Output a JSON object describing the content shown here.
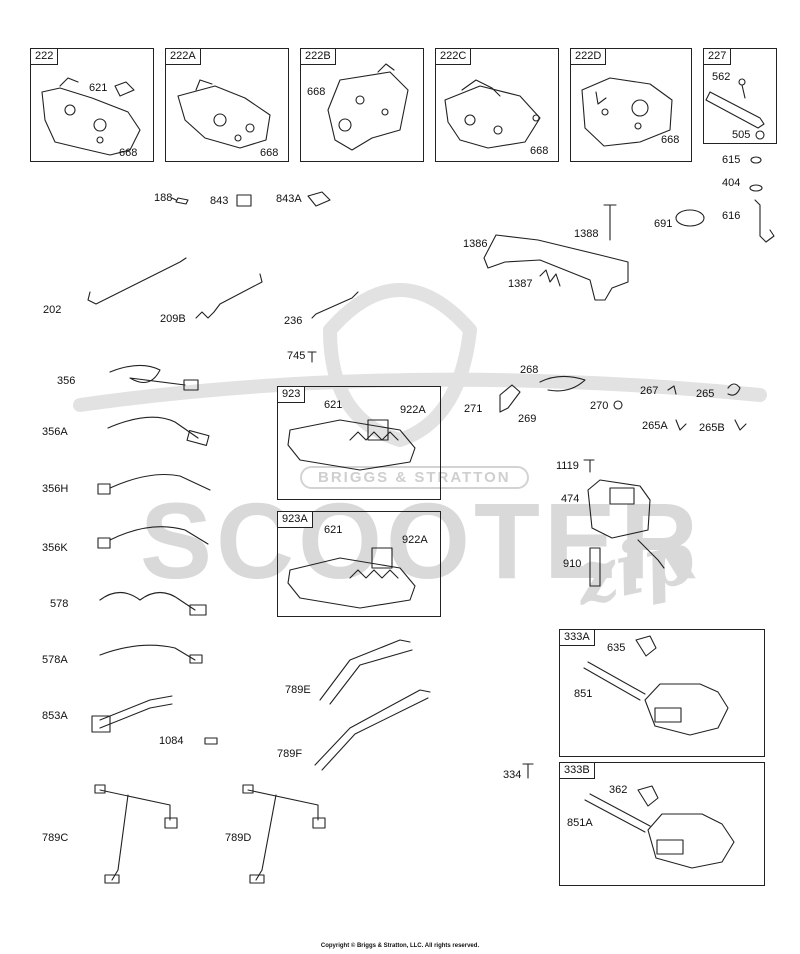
{
  "watermark": {
    "brand": "BRIGGS & STRATTON",
    "main": "SCOOTER",
    "sub": "zip"
  },
  "footer": {
    "copyright": "Copyright © Briggs & Stratton, LLC. All rights reserved."
  },
  "boxes": {
    "b222": {
      "tag": "222",
      "labels": [
        "621",
        "668"
      ]
    },
    "b222A": {
      "tag": "222A",
      "labels": [
        "668"
      ]
    },
    "b222B": {
      "tag": "222B",
      "labels": [
        "668"
      ]
    },
    "b222C": {
      "tag": "222C",
      "labels": [
        "668"
      ]
    },
    "b222D": {
      "tag": "222D",
      "labels": [
        "668"
      ]
    },
    "b227": {
      "tag": "227",
      "labels": [
        "562",
        "505"
      ]
    },
    "b923": {
      "tag": "923",
      "labels": [
        "621",
        "922A"
      ]
    },
    "b923A": {
      "tag": "923A",
      "labels": [
        "621",
        "922A"
      ]
    },
    "b333A": {
      "tag": "333A",
      "labels": [
        "635",
        "851"
      ]
    },
    "b333B": {
      "tag": "333B",
      "labels": [
        "362",
        "851A"
      ]
    }
  },
  "parts": {
    "p188": "188",
    "p843": "843",
    "p843A": "843A",
    "p615": "615",
    "p404": "404",
    "p616": "616",
    "p691": "691",
    "p1386": "1386",
    "p1388": "1388",
    "p1387": "1387",
    "p202": "202",
    "p209B": "209B",
    "p236": "236",
    "p745": "745",
    "p356": "356",
    "p356A": "356A",
    "p356H": "356H",
    "p356K": "356K",
    "p578": "578",
    "p578A": "578A",
    "p853A": "853A",
    "p1084": "1084",
    "p268": "268",
    "p271": "271",
    "p269": "269",
    "p270": "270",
    "p267": "267",
    "p265": "265",
    "p265A": "265A",
    "p265B": "265B",
    "p1119": "1119",
    "p474": "474",
    "p910": "910",
    "p789E": "789E",
    "p789F": "789F",
    "p789C": "789C",
    "p789D": "789D",
    "p334": "334"
  },
  "icons": [
    "governor-bracket-icon",
    "wire-harness-icon",
    "ignition-coil-icon",
    "spring-icon",
    "bolt-icon",
    "throttle-lever-icon"
  ]
}
